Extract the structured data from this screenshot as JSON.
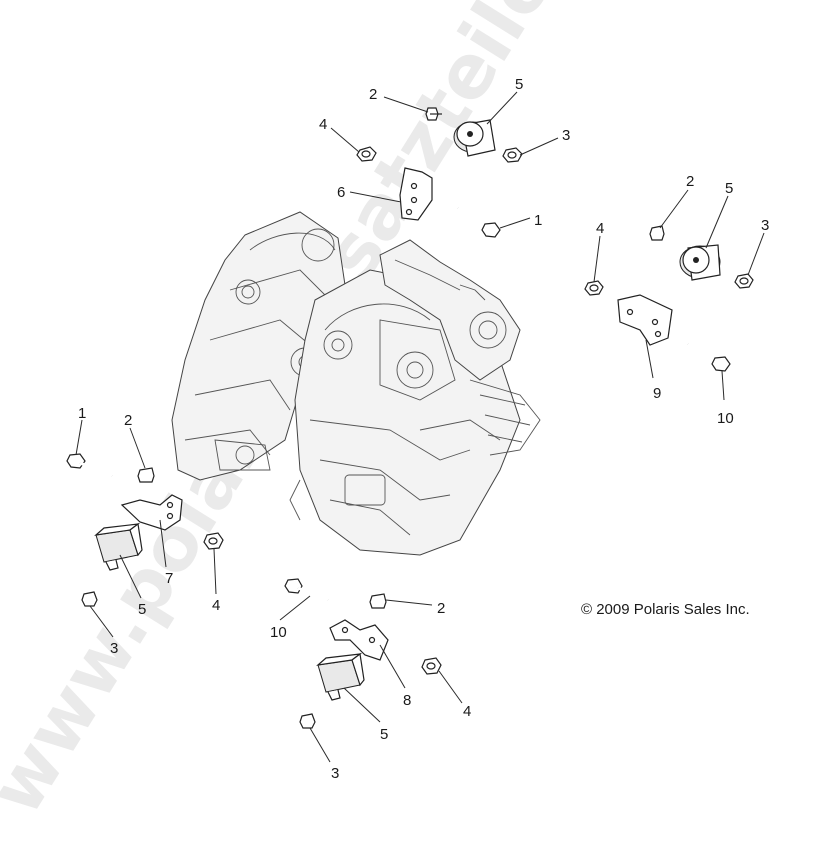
{
  "copyright": "© 2009 Polaris Sales Inc.",
  "watermark": "www.polaris-ersatzteile.de",
  "callouts": [
    {
      "id": "c2-top",
      "label": "2"
    },
    {
      "id": "c5-top",
      "label": "5"
    },
    {
      "id": "c4-top",
      "label": "4"
    },
    {
      "id": "c3-top",
      "label": "3"
    },
    {
      "id": "c6",
      "label": "6"
    },
    {
      "id": "c1-top",
      "label": "1"
    },
    {
      "id": "c2-right",
      "label": "2"
    },
    {
      "id": "c5-right",
      "label": "5"
    },
    {
      "id": "c4-right",
      "label": "4"
    },
    {
      "id": "c3-right",
      "label": "3"
    },
    {
      "id": "c9",
      "label": "9"
    },
    {
      "id": "c10-right",
      "label": "10"
    },
    {
      "id": "c1-left",
      "label": "1"
    },
    {
      "id": "c2-left",
      "label": "2"
    },
    {
      "id": "c7",
      "label": "7"
    },
    {
      "id": "c5-left",
      "label": "5"
    },
    {
      "id": "c4-left",
      "label": "4"
    },
    {
      "id": "c3-left",
      "label": "3"
    },
    {
      "id": "c10-bottom",
      "label": "10"
    },
    {
      "id": "c2-bottom",
      "label": "2"
    },
    {
      "id": "c8",
      "label": "8"
    },
    {
      "id": "c4-bottom",
      "label": "4"
    },
    {
      "id": "c5-bottom",
      "label": "5"
    },
    {
      "id": "c3-bottom",
      "label": "3"
    }
  ]
}
